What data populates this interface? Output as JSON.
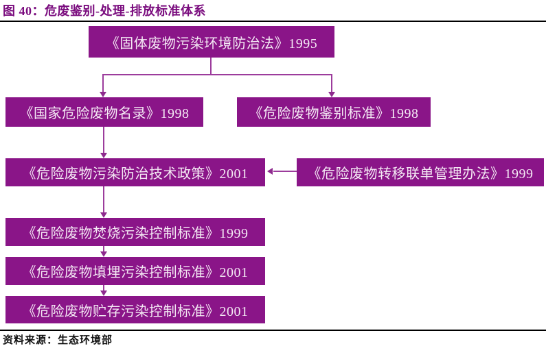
{
  "figure": {
    "title": "图 40：危废鉴别-处理-排放标准体系",
    "source": "资料来源：生态环境部"
  },
  "colors": {
    "box_fill": "#8A1588",
    "box_text": "#F4E9F4",
    "title_text": "#7A0C7E",
    "connector": "#9C3C9C",
    "rule": "#000000"
  },
  "diagram": {
    "type": "flowchart",
    "nodes": [
      {
        "id": "solid-waste-law",
        "label": "《固体废物污染环境防治法》1995"
      },
      {
        "id": "national-hazardous-waste-list",
        "label": "《国家危险废物名录》1998"
      },
      {
        "id": "identification-standard",
        "label": "《危险废物鉴别标准》1998"
      },
      {
        "id": "pollution-control-tech-policy",
        "label": "《危险废物污染防治技术政策》2001"
      },
      {
        "id": "transfer-manifest-measures",
        "label": "《危险废物转移联单管理办法》1999"
      },
      {
        "id": "incineration-control-standard",
        "label": "《危险废物焚烧污染控制标准》1999"
      },
      {
        "id": "landfill-control-standard",
        "label": "《危险废物填埋污染控制标准》2001"
      },
      {
        "id": "storage-control-standard",
        "label": "《危险废物贮存污染控制标准》2001"
      }
    ],
    "edges": [
      {
        "from": "solid-waste-law",
        "to": "national-hazardous-waste-list"
      },
      {
        "from": "solid-waste-law",
        "to": "identification-standard"
      },
      {
        "from": "national-hazardous-waste-list",
        "to": "pollution-control-tech-policy"
      },
      {
        "from": "transfer-manifest-measures",
        "to": "pollution-control-tech-policy"
      },
      {
        "from": "pollution-control-tech-policy",
        "to": "incineration-control-standard"
      },
      {
        "from": "incineration-control-standard",
        "to": "landfill-control-standard"
      },
      {
        "from": "landfill-control-standard",
        "to": "storage-control-standard"
      }
    ]
  }
}
